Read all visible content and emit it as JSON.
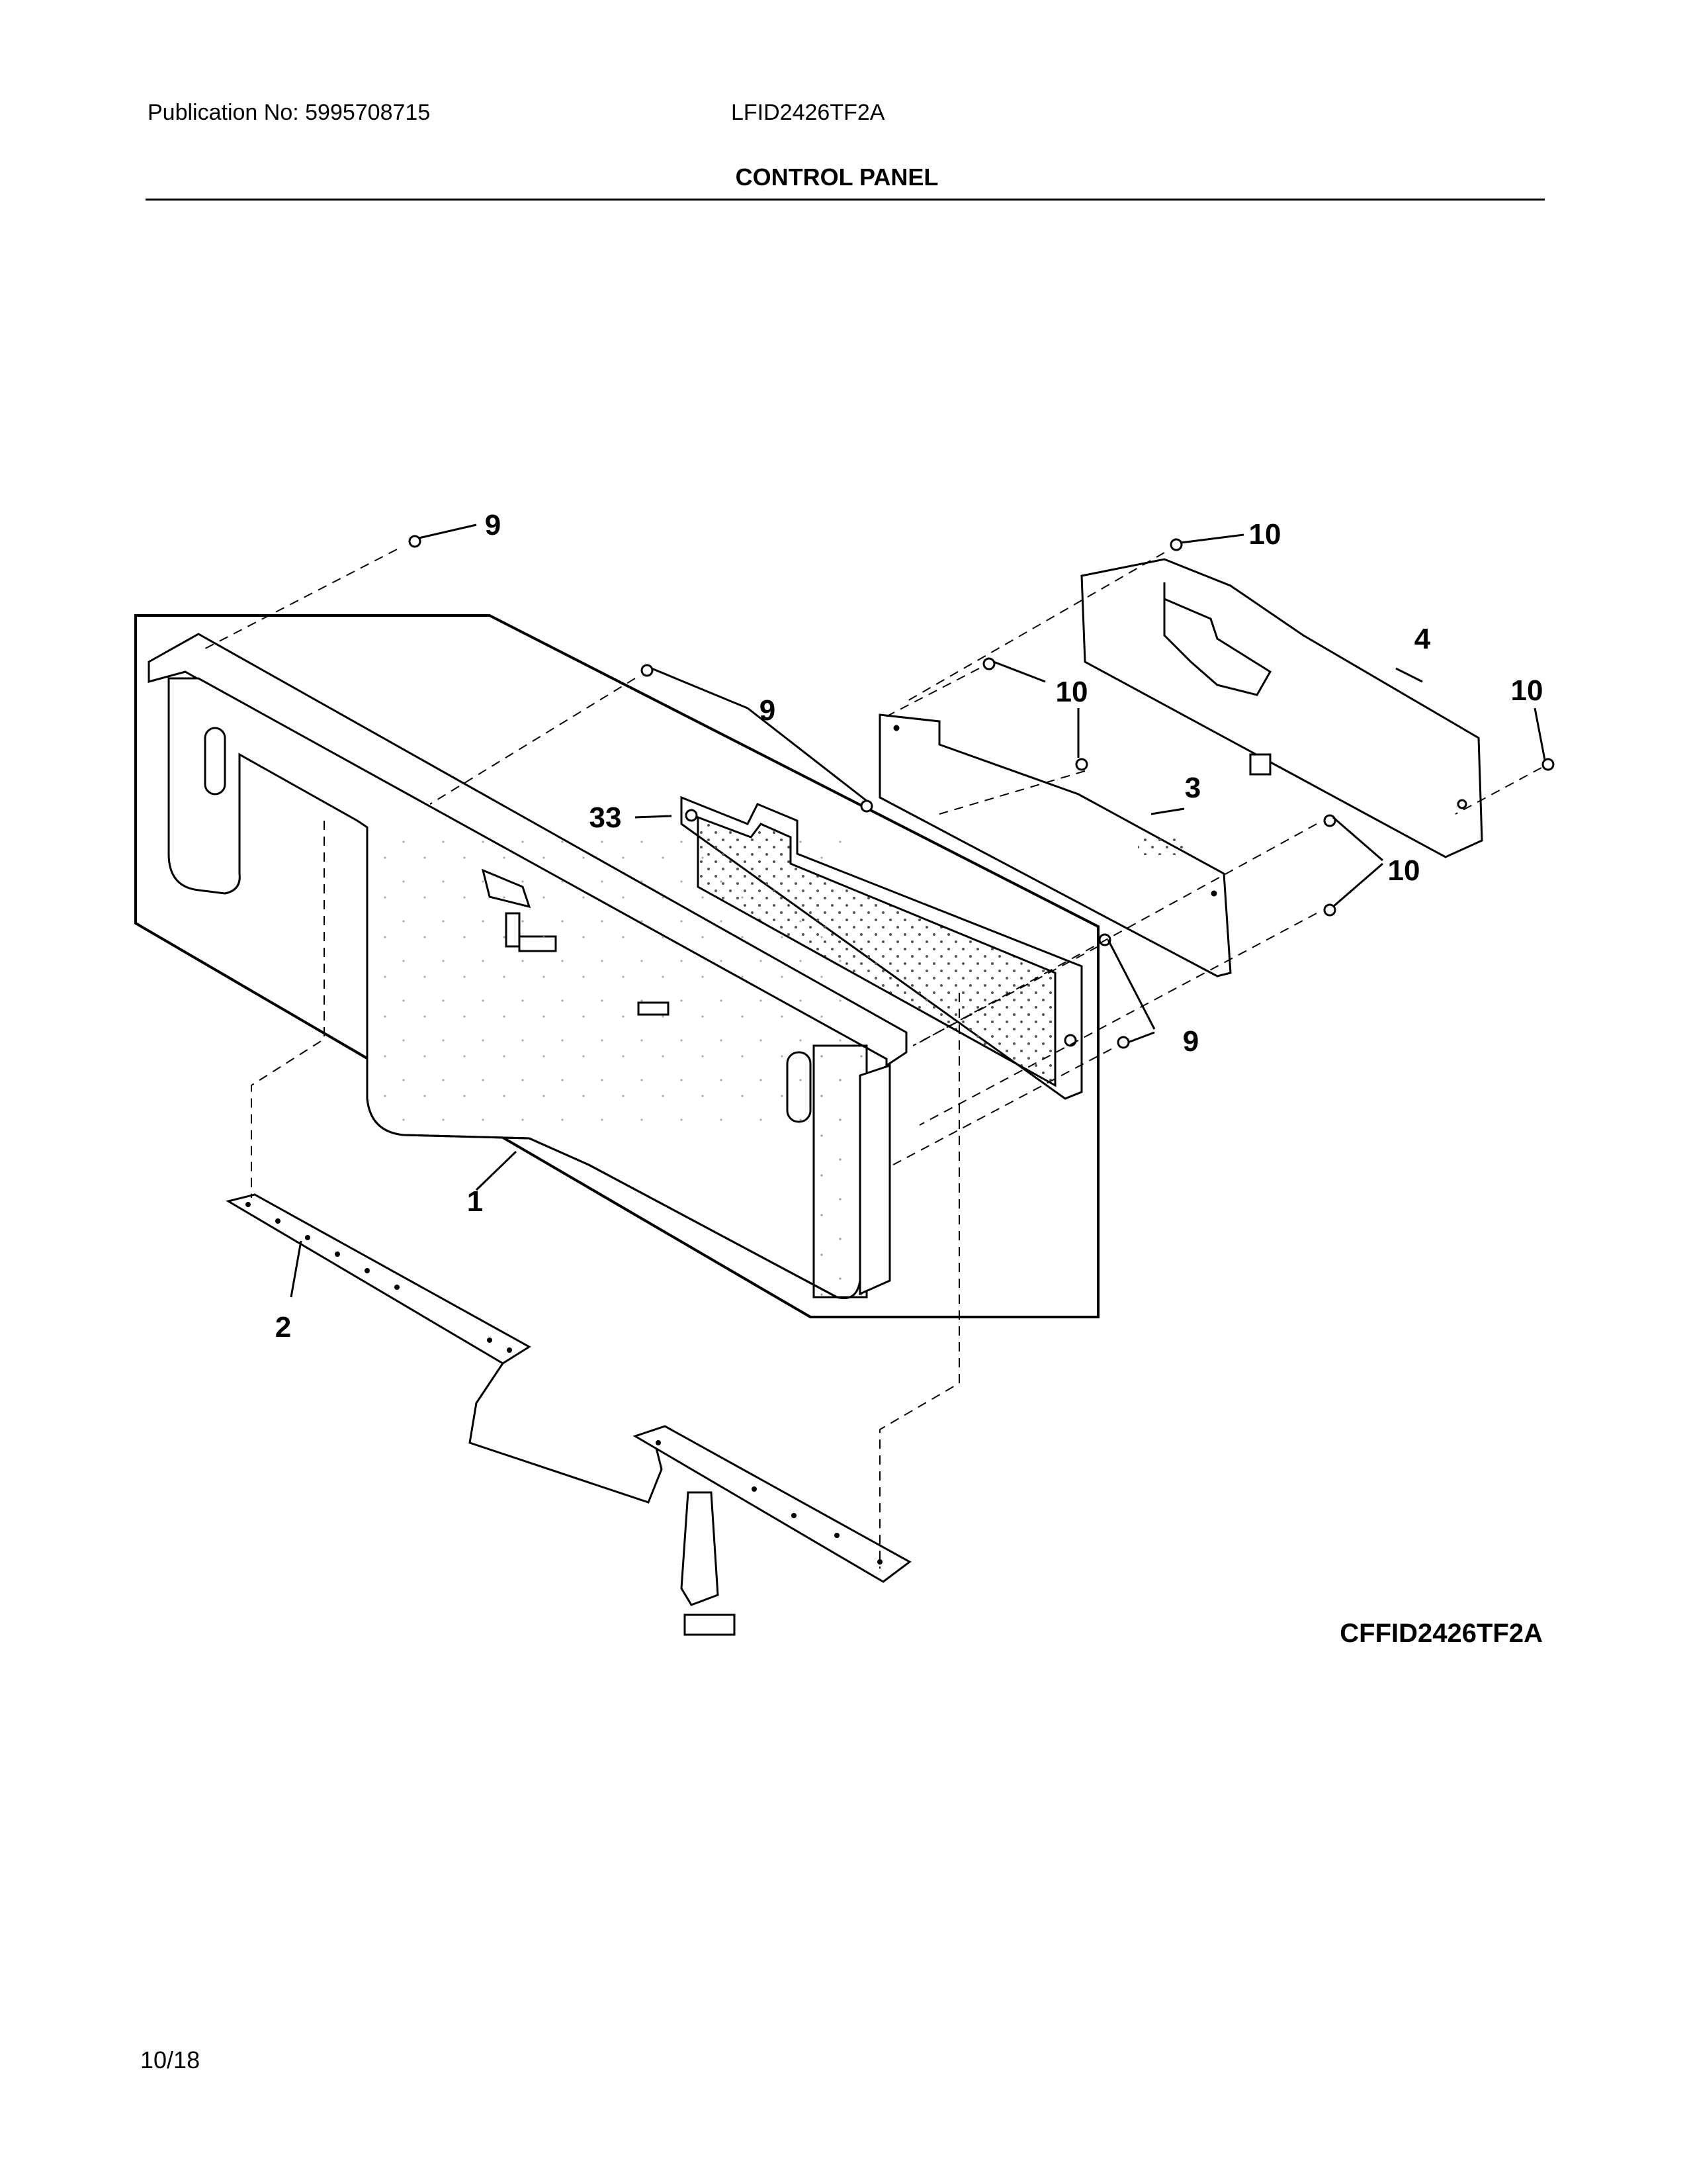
{
  "header": {
    "publication": "Publication No: 5995708715",
    "model": "LFID2426TF2A",
    "section_title": "CONTROL PANEL"
  },
  "figure_code": "CFFID2426TF2A",
  "date": "10/18",
  "callouts": {
    "c1": "1",
    "c2": "2",
    "c3": "3",
    "c4": "4",
    "c9a": "9",
    "c9b": "9",
    "c9c": "9",
    "c10a": "10",
    "c10b": "10",
    "c10c": "10",
    "c10d": "10",
    "c33": "33"
  }
}
